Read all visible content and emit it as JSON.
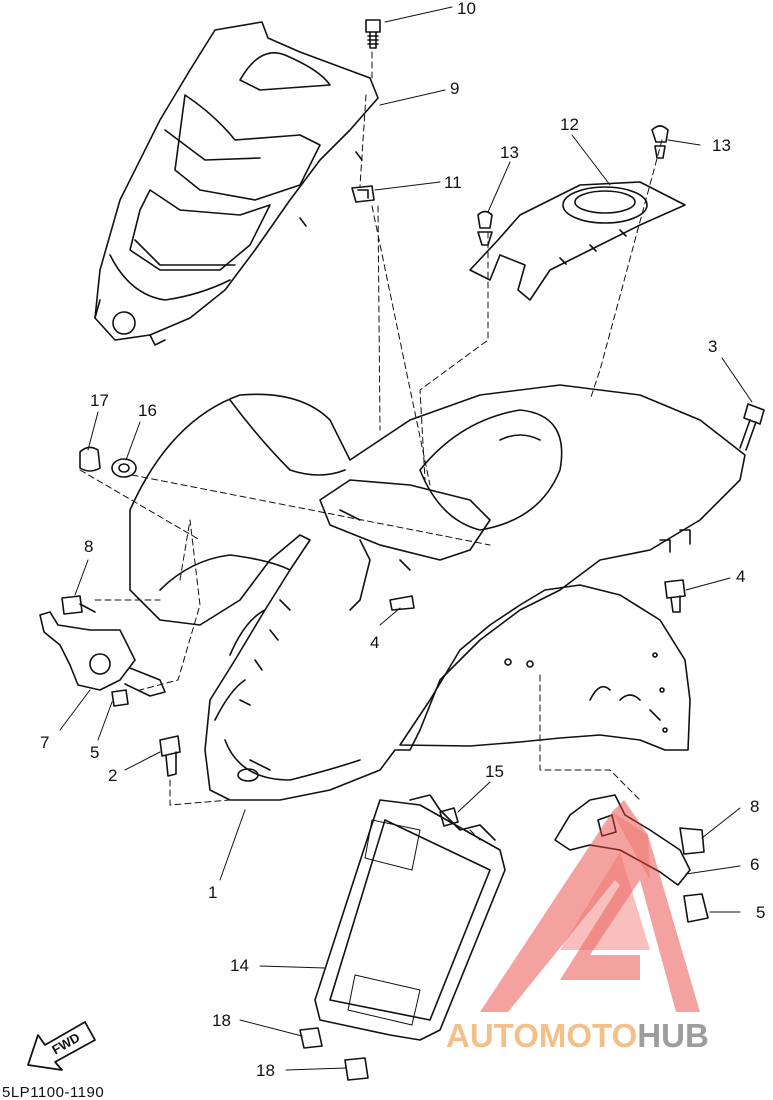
{
  "diagram": {
    "part_code": "5LP1100-1190",
    "fwd_label": "FWD",
    "callouts": [
      {
        "id": "c1",
        "text": "1"
      },
      {
        "id": "c2",
        "text": "2"
      },
      {
        "id": "c3",
        "text": "3"
      },
      {
        "id": "c4a",
        "text": "4"
      },
      {
        "id": "c4b",
        "text": "4"
      },
      {
        "id": "c5a",
        "text": "5"
      },
      {
        "id": "c5b",
        "text": "5"
      },
      {
        "id": "c6",
        "text": "6"
      },
      {
        "id": "c7",
        "text": "7"
      },
      {
        "id": "c8a",
        "text": "8"
      },
      {
        "id": "c8b",
        "text": "8"
      },
      {
        "id": "c9",
        "text": "9"
      },
      {
        "id": "c10",
        "text": "10"
      },
      {
        "id": "c11",
        "text": "11"
      },
      {
        "id": "c12",
        "text": "12"
      },
      {
        "id": "c13a",
        "text": "13"
      },
      {
        "id": "c13b",
        "text": "13"
      },
      {
        "id": "c14",
        "text": "14"
      },
      {
        "id": "c15",
        "text": "15"
      },
      {
        "id": "c16",
        "text": "16"
      },
      {
        "id": "c17",
        "text": "17"
      },
      {
        "id": "c18a",
        "text": "18"
      },
      {
        "id": "c18b",
        "text": "18"
      }
    ]
  },
  "watermark": {
    "part1": "AUTOMOTO",
    "part2": "HUB",
    "color_primary": "#f4c08a",
    "color_secondary": "#9d9d9d",
    "logo_color": "#e8413a"
  }
}
